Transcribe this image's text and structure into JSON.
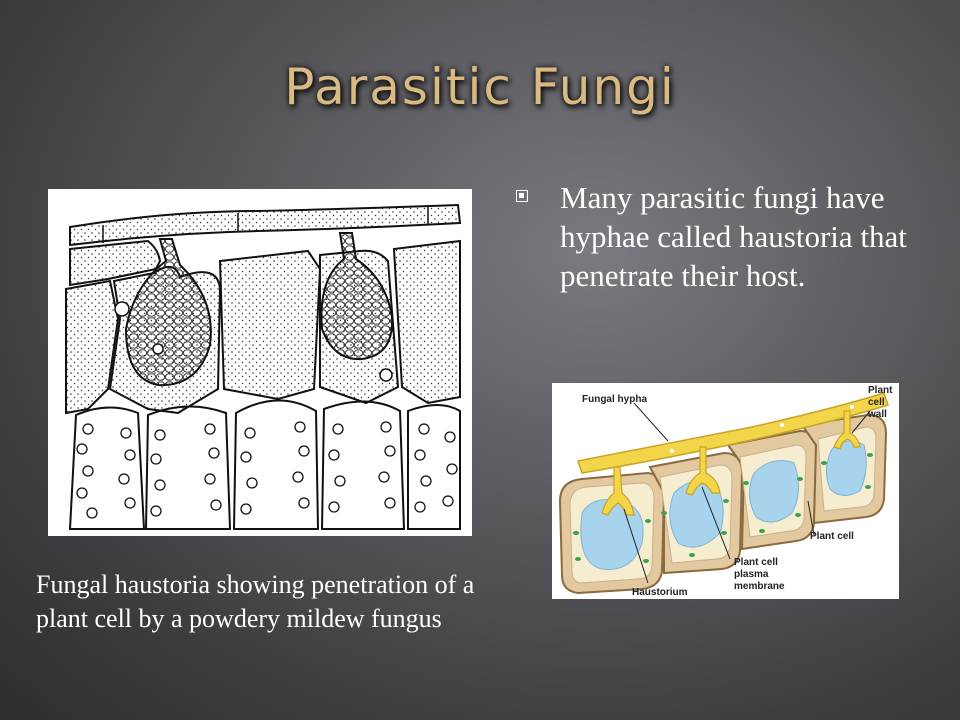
{
  "slide": {
    "title": "Parasitic Fungi",
    "bullets": [
      "Many parasitic fungi have hyphae called haustoria that penetrate their host."
    ],
    "caption": "Fungal haustoria showing penetration of a plant cell by a powdery mildew fungus",
    "diagram_labels": {
      "fungal_hypha": "Fungal hypha",
      "plant_cell_wall_line1": "Plant",
      "plant_cell_wall_line2": "cell",
      "plant_cell_wall_line3": "wall",
      "plant_cell": "Plant cell",
      "plasma_membrane_line1": "Plant cell",
      "plasma_membrane_line2": "plasma",
      "plasma_membrane_line3": "membrane",
      "haustorium": "Haustorium"
    }
  },
  "colors": {
    "title": "#d9ba83",
    "text": "#ffffff",
    "background": "#5c5c61"
  }
}
